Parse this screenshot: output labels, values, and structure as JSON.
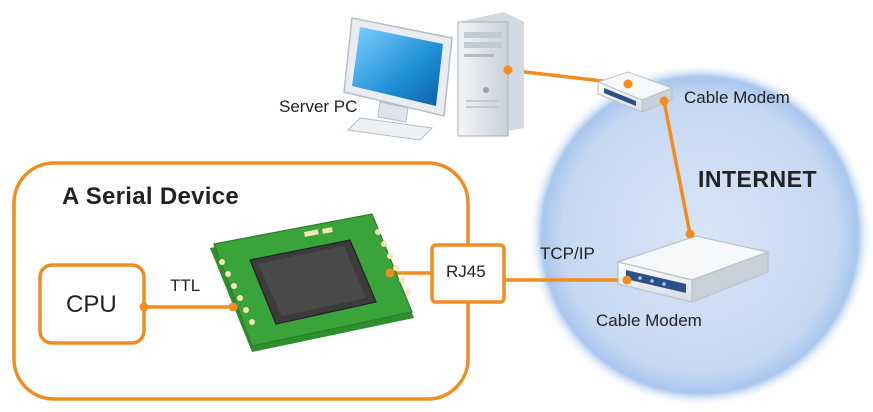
{
  "labels": {
    "server_pc": "Server PC",
    "cable_modem_top": "Cable Modem",
    "cable_modem_bottom": "Cable Modem",
    "internet": "INTERNET",
    "serial_device": "A Serial Device",
    "cpu": "CPU",
    "ttl": "TTL",
    "rj45": "RJ45",
    "tcp_ip": "TCP/IP"
  },
  "colors": {
    "accent_orange": "#f28c1e",
    "internet_cloud": "#c9d9f2",
    "internet_glow": "#9fbfea",
    "chip_board": "#3aa33a",
    "chip_die": "#3c3c3c",
    "monitor_screen": "#1e8fd6",
    "modem_body": "#eef1f5"
  },
  "icons": [
    "monitor-icon",
    "pc-tower-icon",
    "cable-modem-icon",
    "chip-module-icon"
  ]
}
